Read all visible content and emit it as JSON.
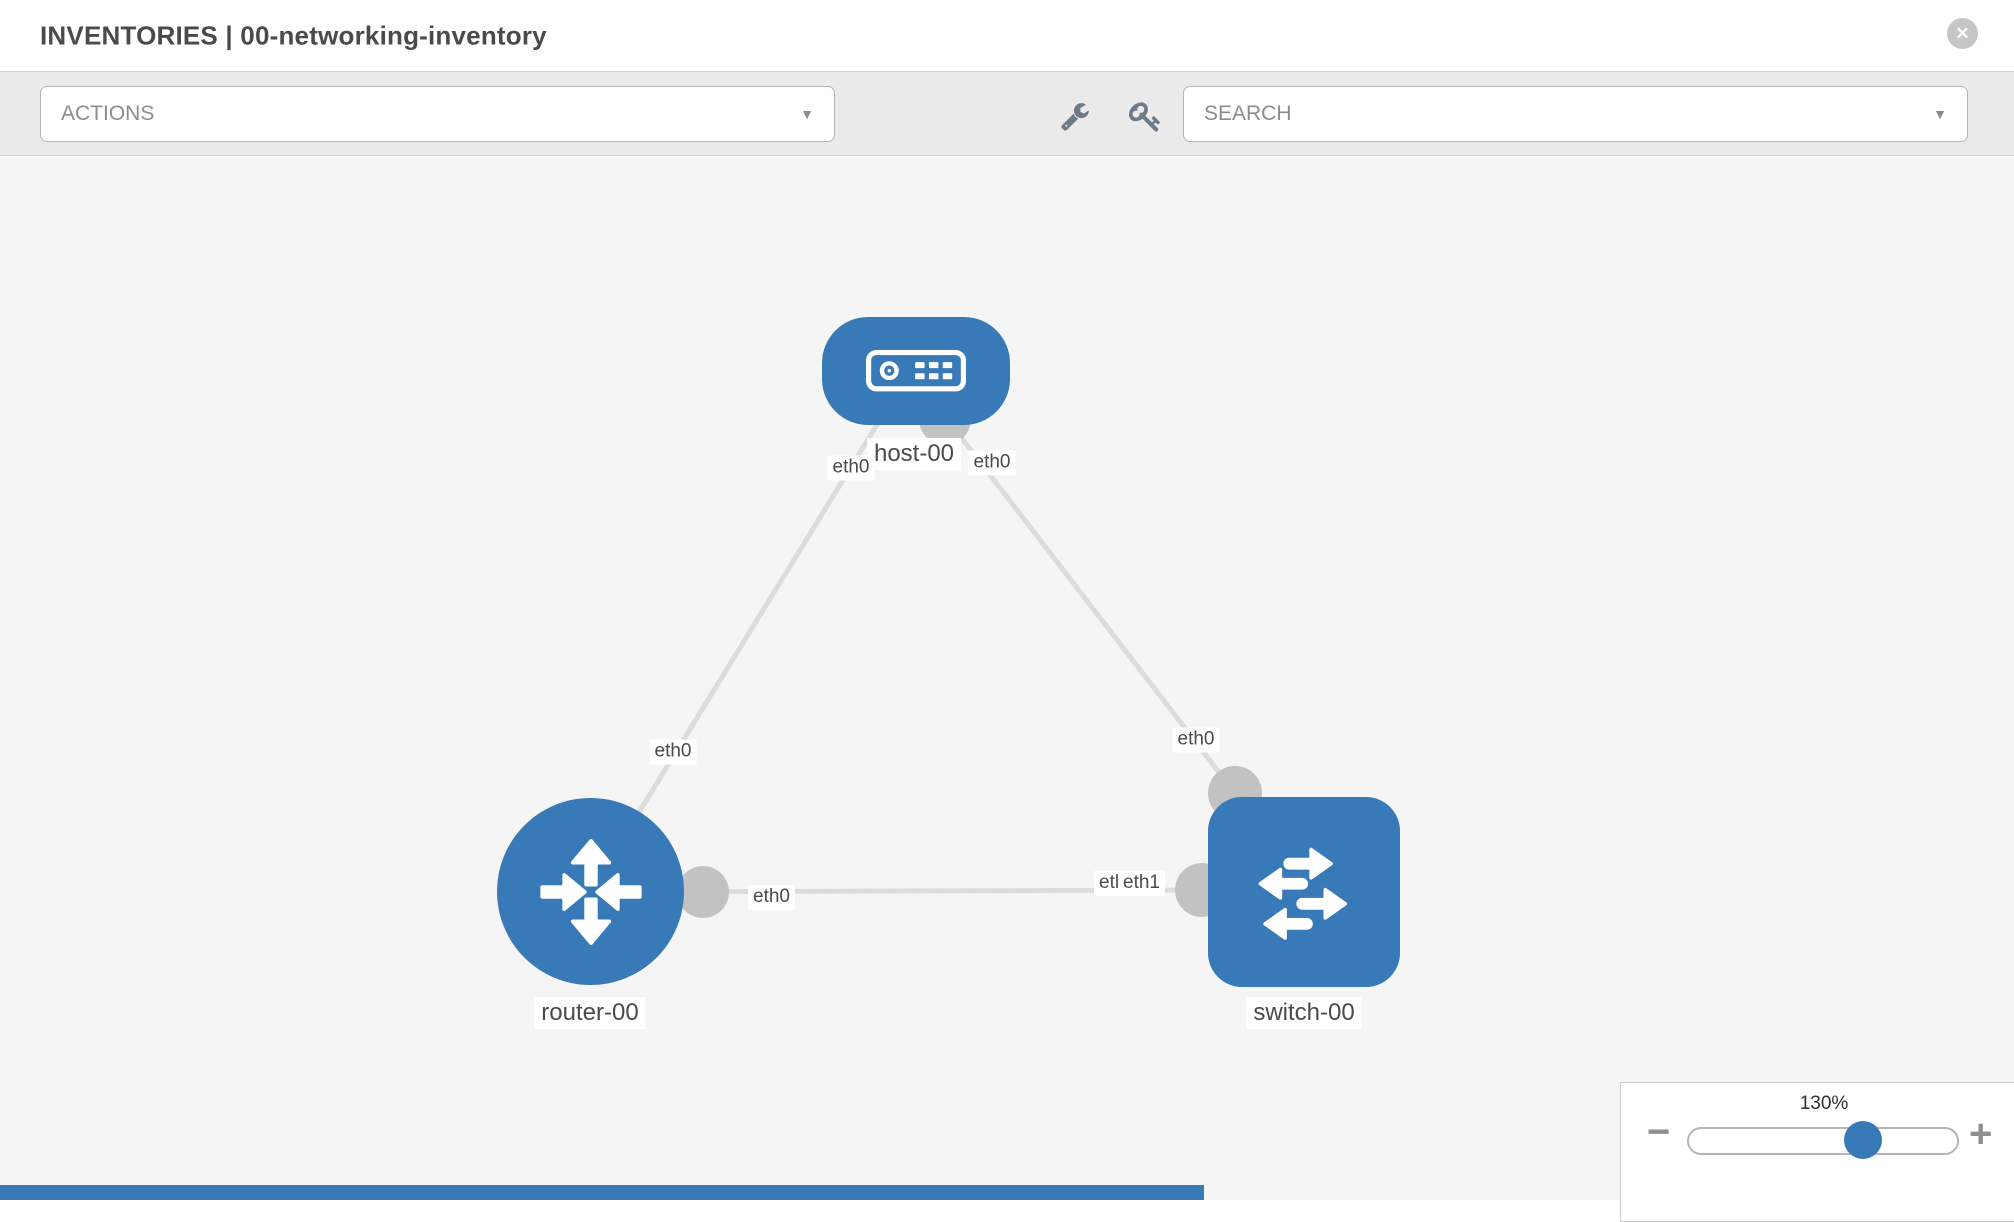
{
  "header": {
    "title": "INVENTORIES | 00-networking-inventory"
  },
  "toolbar": {
    "actions_label": "ACTIONS",
    "search_label": "SEARCH"
  },
  "topology": {
    "nodes": {
      "host": {
        "label": "host-00",
        "type": "host"
      },
      "router": {
        "label": "router-00",
        "type": "router"
      },
      "switch": {
        "label": "switch-00",
        "type": "switch"
      }
    },
    "port_labels": {
      "router_host_at_router": "eth0",
      "router_host_at_host": "eth0",
      "host_switch_at_host": "eth0",
      "host_switch_at_switch": "eth0",
      "router_switch_at_router": "eth0",
      "router_switch_at_switch_back": "eth0",
      "router_switch_at_switch": "eth1"
    }
  },
  "zoom_control": {
    "value": "130%"
  },
  "icons": {
    "caret_down": "▼",
    "close": "✕",
    "minus": "−",
    "plus": "+"
  },
  "colors": {
    "node_blue": "#3879B7",
    "link_gray": "#DCDCDC",
    "connector_gray": "#C2C2C2",
    "canvas_bg": "#F5F5F5",
    "toolbar_bg": "#EBEBEB"
  }
}
